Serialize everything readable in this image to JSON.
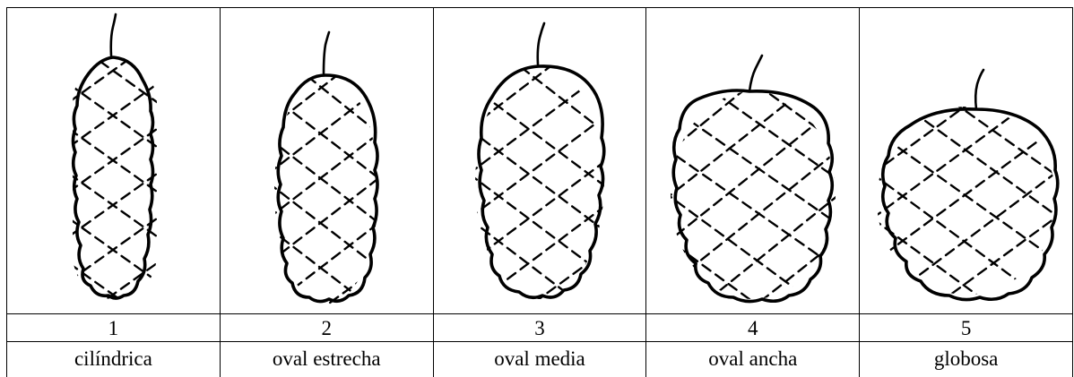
{
  "cones": [
    {
      "id": "cone-1",
      "number": "1",
      "label": "cilíndrica",
      "shape_icon": "cylindrical-cone-icon"
    },
    {
      "id": "cone-2",
      "number": "2",
      "label": "oval estrecha",
      "shape_icon": "narrow-oval-cone-icon"
    },
    {
      "id": "cone-3",
      "number": "3",
      "label": "oval media",
      "shape_icon": "medium-oval-cone-icon"
    },
    {
      "id": "cone-4",
      "number": "4",
      "label": "oval ancha",
      "shape_icon": "broad-oval-cone-icon"
    },
    {
      "id": "cone-5",
      "number": "5",
      "label": "globosa",
      "shape_icon": "globose-cone-icon"
    }
  ]
}
